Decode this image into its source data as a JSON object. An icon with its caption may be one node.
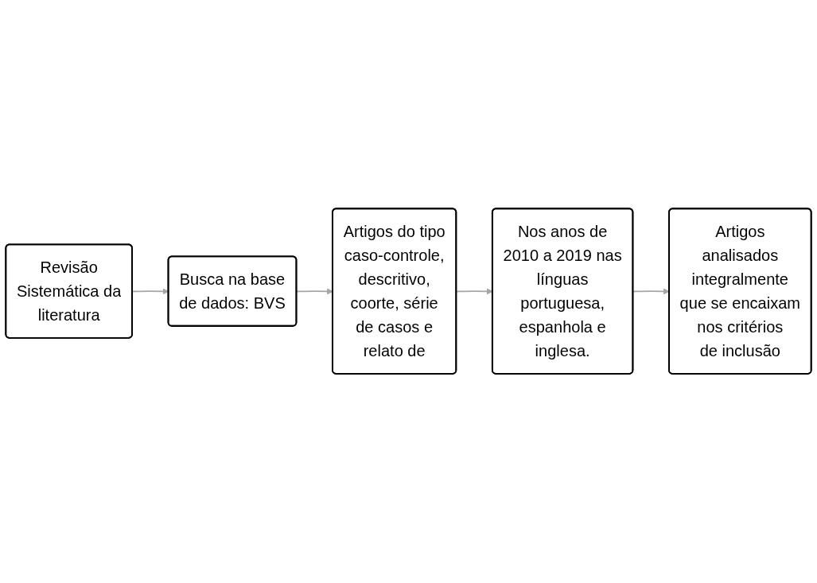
{
  "diagram": {
    "nodes": [
      {
        "text": [
          "Revisão Sistemática da literatura"
        ]
      },
      {
        "text": [
          "Busca na base de dados: BVS"
        ]
      },
      {
        "text": [
          "Artigos do tipo caso-controle, descritivo, coorte, série de casos e relato de"
        ]
      },
      {
        "text": [
          "Nos anos de 2010 a 2019 nas línguas portuguesa, espanhola e inglesa."
        ]
      },
      {
        "text": [
          "Artigos analisados integralmente que se encaixam nos critérios de inclusão"
        ]
      }
    ],
    "edges": [
      {
        "from": 0,
        "to": 1,
        "arrow": "to"
      },
      {
        "from": 1,
        "to": 2,
        "arrow": "to"
      },
      {
        "from": 2,
        "to": 3,
        "arrow": "to"
      },
      {
        "from": 3,
        "to": 4,
        "arrow": "to"
      }
    ]
  }
}
